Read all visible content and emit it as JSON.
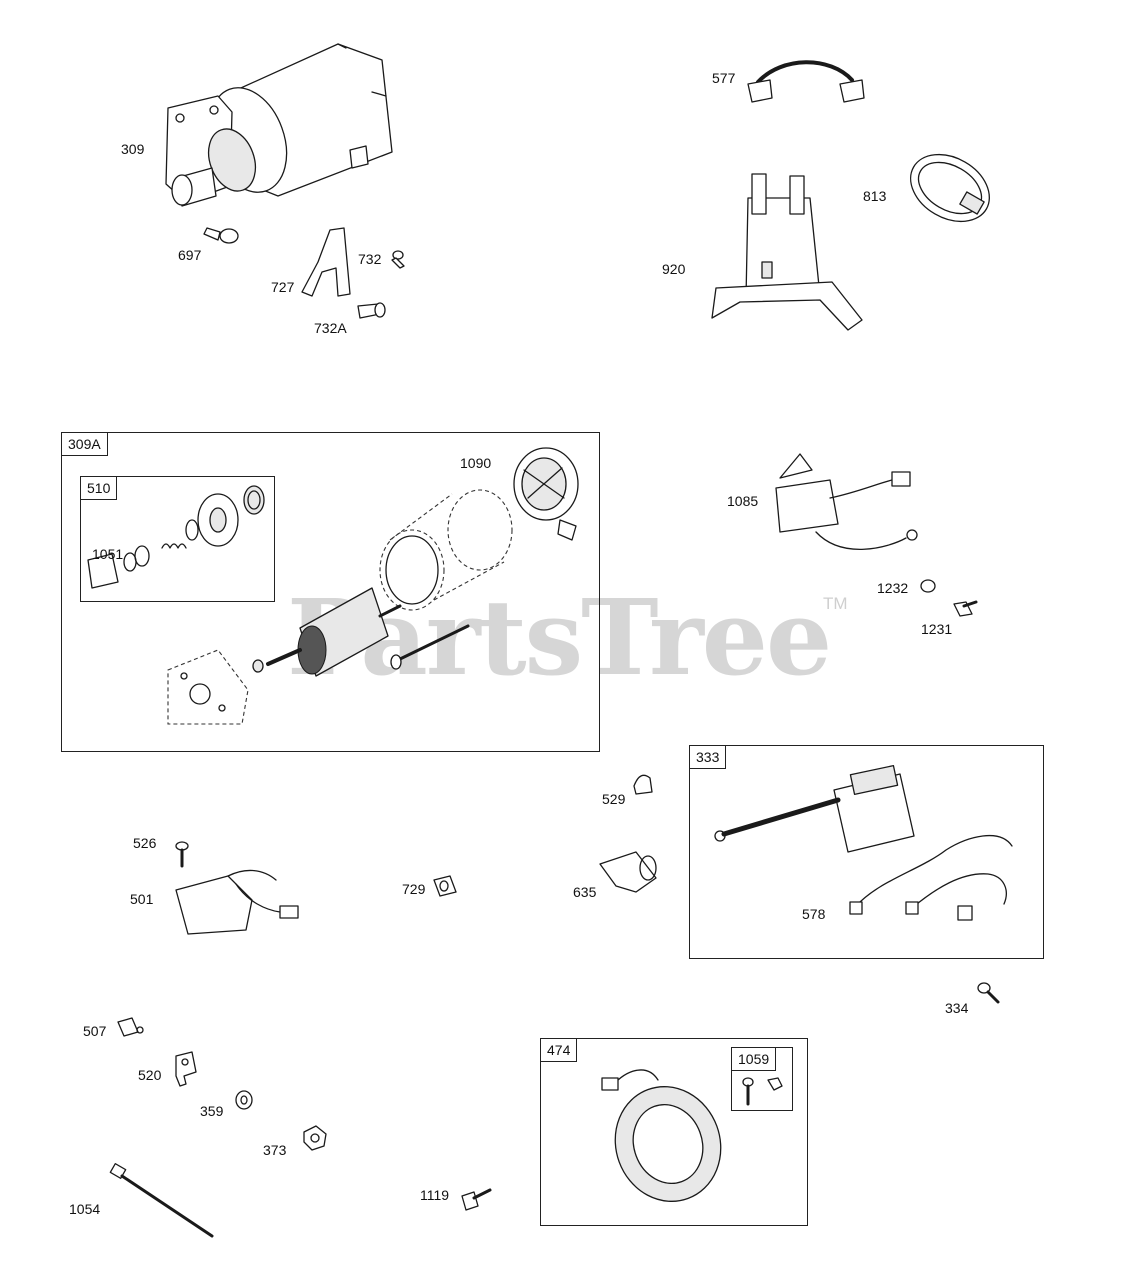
{
  "watermark": {
    "text": "PartsTree",
    "trademark": "TM"
  },
  "boxes": {
    "starter_kit": "309A",
    "drive_kit": "510",
    "ignition_kit": "333",
    "alternator_kit": "474",
    "hardware_kit": "1059"
  },
  "labels": {
    "p309": "309",
    "p697": "697",
    "p727": "727",
    "p732": "732",
    "p732A": "732A",
    "p577": "577",
    "p813": "813",
    "p920": "920",
    "p1090": "1090",
    "p1051": "1051",
    "p1085": "1085",
    "p1232": "1232",
    "p1231": "1231",
    "p526": "526",
    "p501": "501",
    "p729": "729",
    "p529": "529",
    "p635": "635",
    "p578": "578",
    "p334": "334",
    "p507": "507",
    "p520": "520",
    "p359": "359",
    "p373": "373",
    "p1054": "1054",
    "p1119": "1119"
  }
}
